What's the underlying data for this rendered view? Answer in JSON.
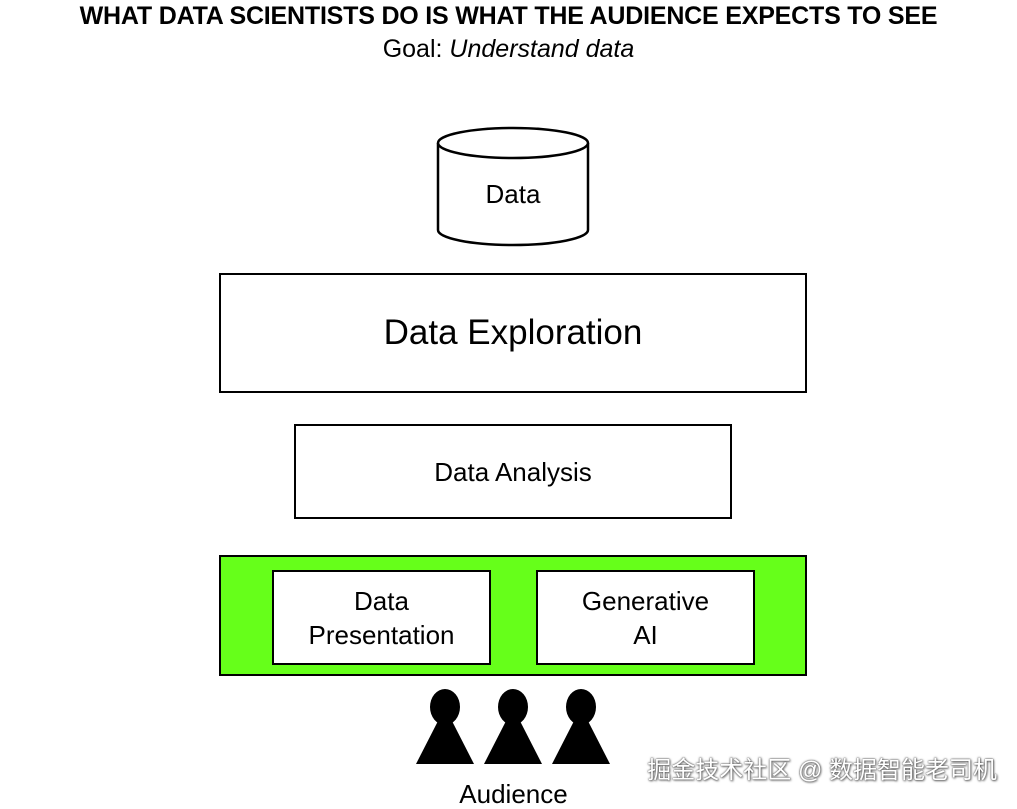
{
  "header": {
    "title": "WHAT DATA SCIENTISTS DO IS WHAT THE AUDIENCE EXPECTS TO SEE",
    "goal_label": "Goal:",
    "goal_value": "Understand data"
  },
  "diagram": {
    "data_store": {
      "label": "Data",
      "icon": "database-cylinder-icon"
    },
    "exploration": {
      "label": "Data Exploration"
    },
    "analysis": {
      "label": "Data Analysis"
    },
    "output_layer": {
      "color": "#66ff1a",
      "items": [
        {
          "line1": "Data",
          "line2": "Presentation"
        },
        {
          "line1": "Generative",
          "line2": "AI"
        }
      ]
    },
    "audience": {
      "label": "Audience",
      "icon": "person-icon",
      "count": 3
    }
  },
  "watermark": {
    "text": "掘金技术社区 @ 数据智能老司机"
  }
}
